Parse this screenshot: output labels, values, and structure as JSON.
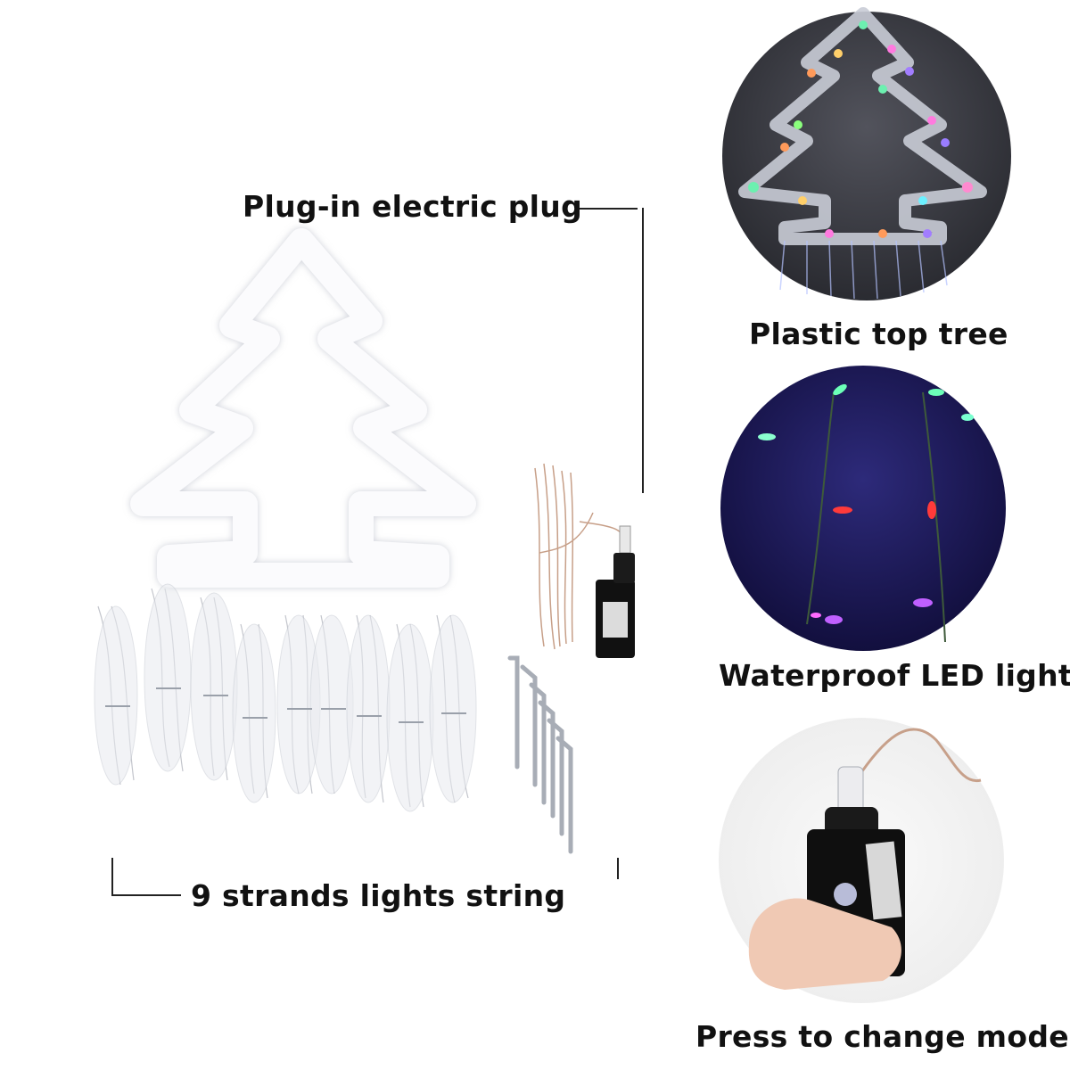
{
  "labels": {
    "plug": "Plug-in electric plug",
    "strands": "9 strands lights string",
    "plastic_tree": "Plastic top tree",
    "waterproof": "Waterproof LED lights",
    "press_mode": "Press to change mode"
  },
  "colors": {
    "background": "#ffffff",
    "tree_white": "#fbfbfd",
    "night": "#1a1550",
    "tree_circle_bg": "#3c3d45"
  },
  "icons": {
    "tree_frame": "christmas-tree-outline",
    "light_strands": "light-strand-bundles",
    "power_adapter": "power-adapter-with-cable",
    "stakes": "ground-stakes"
  }
}
